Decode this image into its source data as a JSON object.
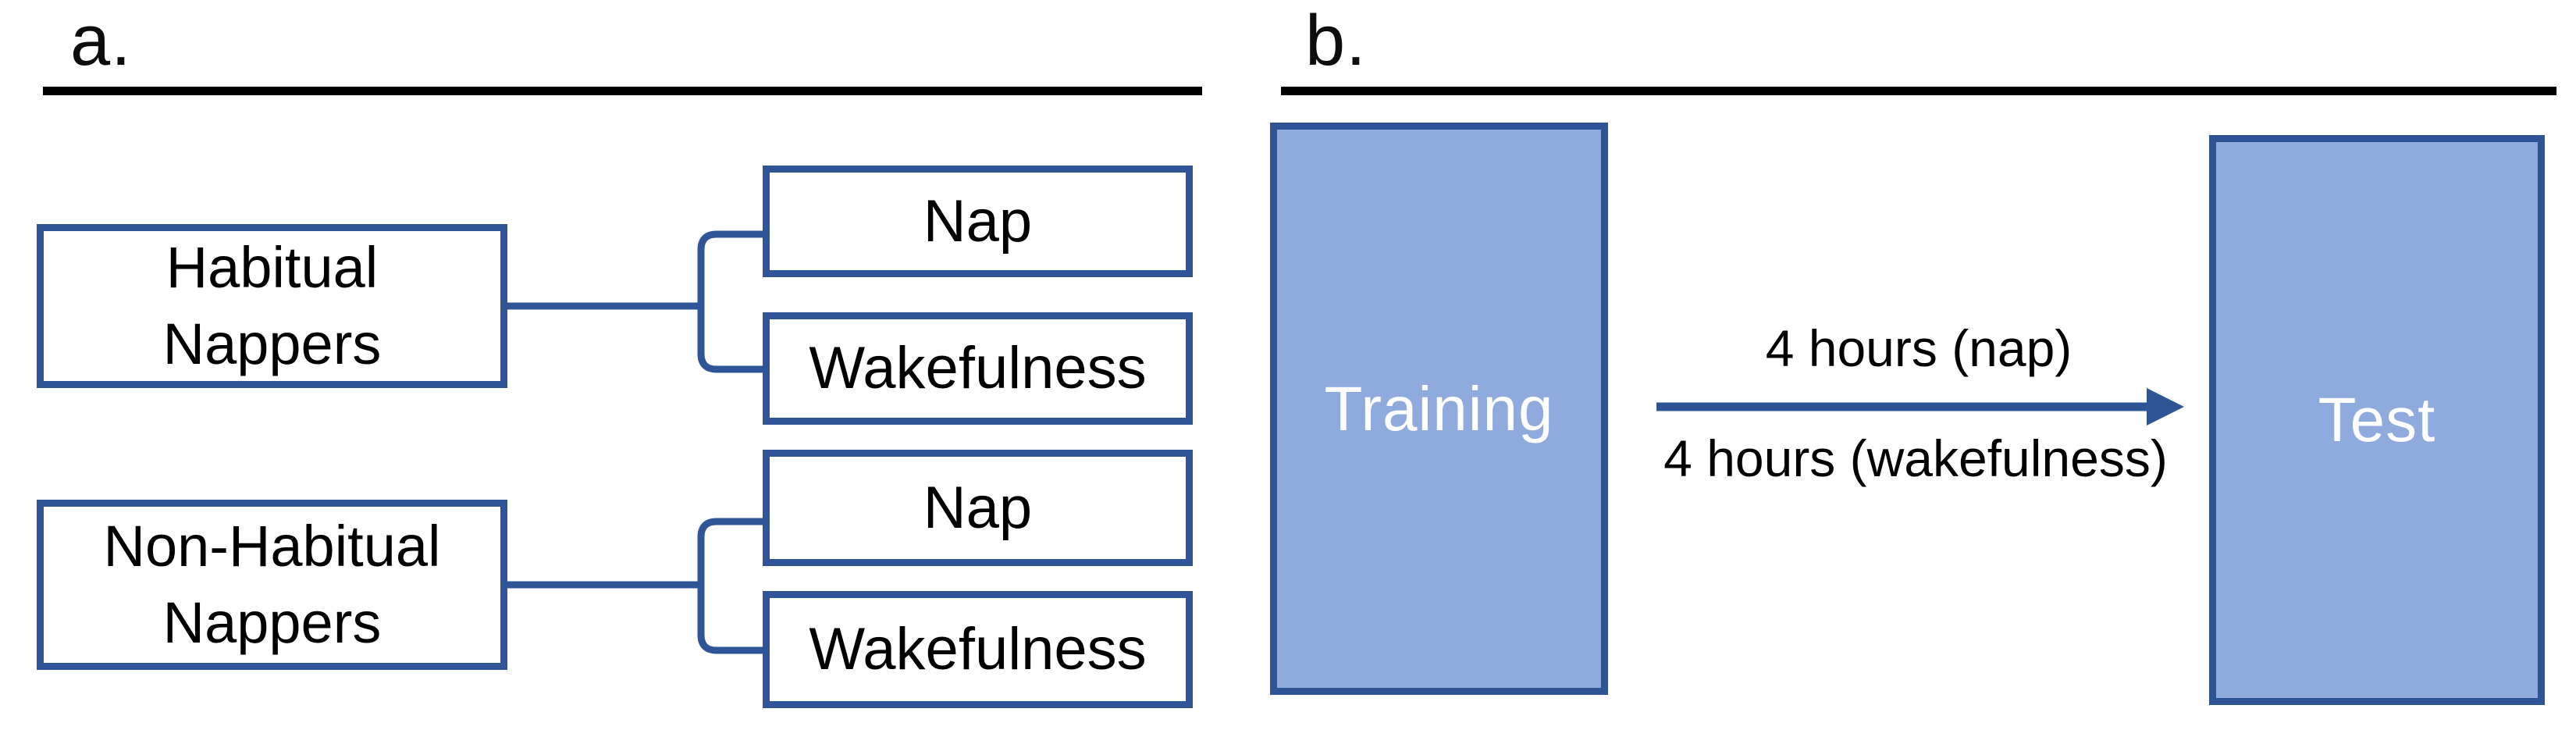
{
  "figure": {
    "type": "two-panel experimental design diagram",
    "panel_a": {
      "section_label": "a.",
      "parent_boxes": [
        {
          "line1": "Habitual",
          "line2": "Nappers"
        },
        {
          "line1": "Non-Habitual",
          "line2": "Nappers"
        }
      ],
      "child_boxes": [
        {
          "label": "Nap"
        },
        {
          "label": "Wakefulness"
        },
        {
          "label": "Nap"
        },
        {
          "label": "Wakefulness"
        }
      ]
    },
    "panel_b": {
      "section_label": "b.",
      "training_label": "Training",
      "test_label": "Test",
      "arrow_label_top": "4 hours (nap)",
      "arrow_label_bottom": "4 hours (wakefulness)"
    }
  },
  "colors": {
    "box_border_blue": "#2f5497",
    "filled_box_fill": "#8faadc",
    "filled_box_border": "#2f5496",
    "arrow_blue": "#2f5496",
    "rule_black": "#000000",
    "text_black": "#000000",
    "text_white": "#ffffff"
  }
}
